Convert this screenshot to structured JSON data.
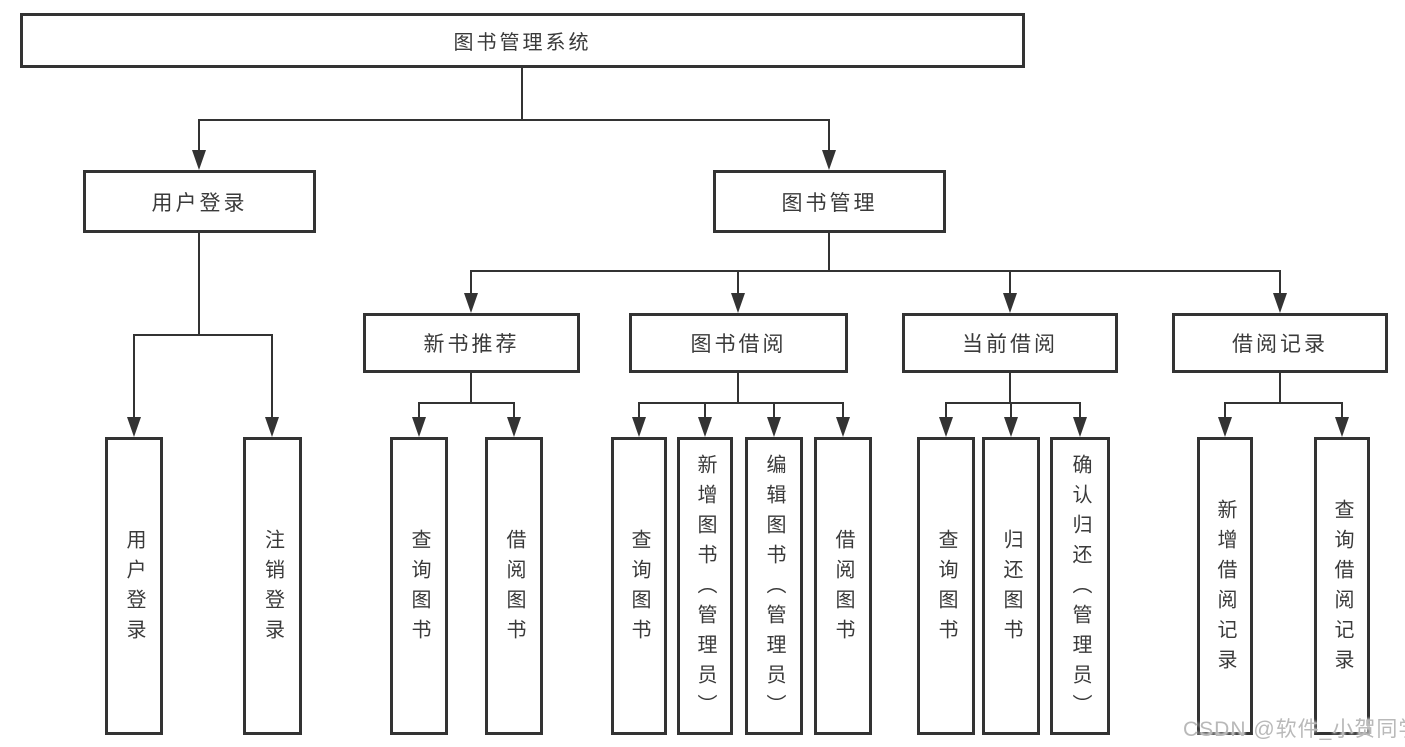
{
  "diagram": {
    "title": "图书管理系统",
    "type": "function-structure-tree",
    "colors": {
      "line": "#333333",
      "text": "#3a3a3a",
      "background": "#ffffff",
      "watermark": "#b9b9b9"
    },
    "watermark": "CSDN @软件_小贺同学",
    "nodes": {
      "root": {
        "label": "图书管理系统"
      },
      "user_login": {
        "label": "用户登录"
      },
      "book_mgmt": {
        "label": "图书管理"
      },
      "new_book_rec": {
        "label": "新书推荐"
      },
      "book_borrow": {
        "label": "图书借阅"
      },
      "current_borrow": {
        "label": "当前借阅"
      },
      "borrow_records": {
        "label": "借阅记录"
      },
      "user_login_leaf": {
        "label": "用户登录"
      },
      "logout_leaf": {
        "label": "注销登录"
      },
      "nb_query": {
        "label": "查询图书"
      },
      "nb_borrow": {
        "label": "借阅图书"
      },
      "bb_query": {
        "label": "查询图书"
      },
      "bb_add": {
        "label": "新增图书（管理员）"
      },
      "bb_edit": {
        "label": "编辑图书（管理员）"
      },
      "bb_borrow": {
        "label": "借阅图书"
      },
      "cb_query": {
        "label": "查询图书"
      },
      "cb_return": {
        "label": "归还图书"
      },
      "cb_confirm": {
        "label": "确认归还（管理员）"
      },
      "br_add": {
        "label": "新增借阅记录"
      },
      "br_query": {
        "label": "查询借阅记录"
      }
    },
    "hierarchy": {
      "图书管理系统": {
        "用户登录": [
          "用户登录",
          "注销登录"
        ],
        "图书管理": {
          "新书推荐": [
            "查询图书",
            "借阅图书"
          ],
          "图书借阅": [
            "查询图书",
            "新增图书（管理员）",
            "编辑图书（管理员）",
            "借阅图书"
          ],
          "当前借阅": [
            "查询图书",
            "归还图书",
            "确认归还（管理员）"
          ],
          "借阅记录": [
            "新增借阅记录",
            "查询借阅记录"
          ]
        }
      }
    }
  }
}
